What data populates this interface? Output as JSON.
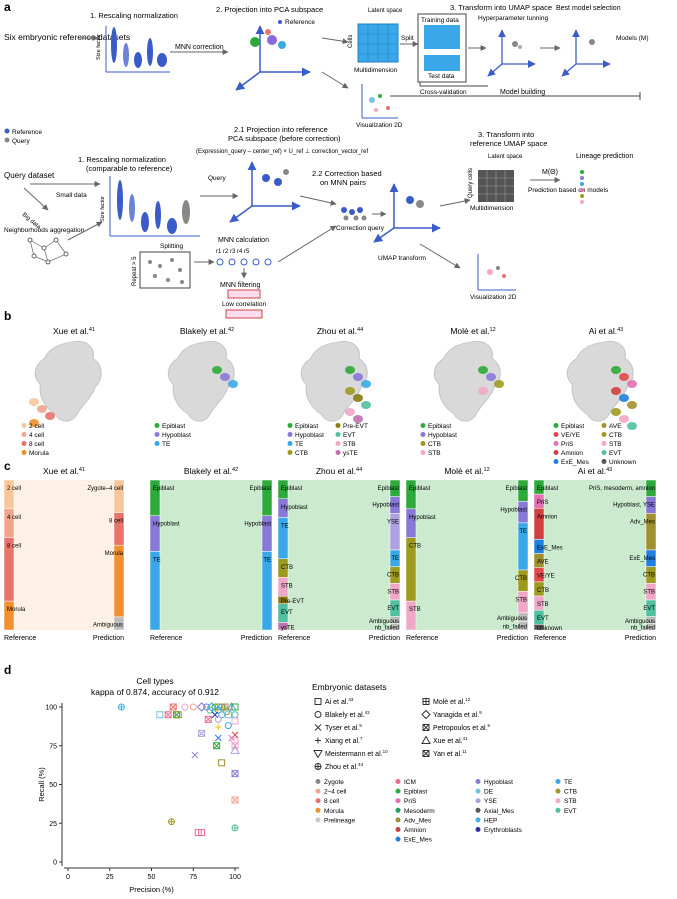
{
  "panel_a": {
    "letter": "a",
    "top": {
      "input": "Six embryonic reference datasets",
      "step1": "1. Rescaling normalization",
      "size_factor": "Size factor",
      "mnn": "MNN correction",
      "step2": "2. Projection into PCA subspace",
      "reference": "Reference",
      "latent": "Latent space",
      "cells": "Cells",
      "multidimension": "Multidimension",
      "split": "Split",
      "visualization": "Visualization 2D",
      "step3": "3. Transform into UMAP space",
      "training": "Training data",
      "test": "Test data",
      "hyper": "Hyperparameter tunning",
      "best": "Best model selection",
      "models": "Models (M)",
      "cv": "Cross-validation",
      "model_building": "Model building"
    },
    "legend": {
      "reference": "Reference",
      "query": "Query"
    },
    "bottom": {
      "step21a": "2.1 Projection into reference",
      "step21b": "PCA subspace (before correction)",
      "formula": "(Expression_query – center_ref) × U_ref ⊥ correction_vector_ref",
      "step1": "1. Rescaling normalization",
      "step1b": "(comparable to reference)",
      "query_dataset": "Query dataset",
      "small": "Small data",
      "big": "Big data",
      "neigh": "Neighborhoods aggregation",
      "size_factor": "Size factor",
      "query": "Query",
      "splitting": "Splitting",
      "repeat": "Repeat > 5",
      "mnn_calc": "MNN calculation",
      "runs": "r1 r2  r3  r4  r5",
      "mnn_filter": "MNN filtering",
      "low_corr": "Low correlation",
      "step22a": "2.2 Correction based",
      "step22b": "on MNN pairs",
      "correction_query": "Correction query",
      "umap_transform": "UMAP transform",
      "step3a": "3. Transform into",
      "step3b": "reference UMAP space",
      "latent": "Latent space",
      "query_cells": "Query cells",
      "multidimension": "Multidimension",
      "visualization": "Visualization 2D",
      "m_theta": "M(Θ)",
      "prediction": "Prediction based on models",
      "lineage": "Lineage prediction"
    }
  },
  "panel_b": {
    "letter": "b",
    "datasets": [
      {
        "title": "Xue et al.",
        "ref": "41",
        "legend": [
          [
            "2 cell",
            "#f7c69a"
          ],
          [
            "4 cell",
            "#f0a58c"
          ],
          [
            "8 cell",
            "#e8736a"
          ],
          [
            "Morula",
            "#f09030"
          ]
        ]
      },
      {
        "title": "Blakely et al.",
        "ref": "42",
        "legend": [
          [
            "Epiblast",
            "#2eaa3a"
          ],
          [
            "Hypoblast",
            "#8878d8"
          ],
          [
            "TE",
            "#3aa8e8"
          ]
        ]
      },
      {
        "title": "Zhou et al.",
        "ref": "44",
        "legend": [
          [
            "Epiblast",
            "#2eaa3a"
          ],
          [
            "Hypoblast",
            "#8878d8"
          ],
          [
            "TE",
            "#3aa8e8"
          ],
          [
            "CTB",
            "#9e9a20"
          ],
          [
            "Pre-EVT",
            "#8a7a10"
          ],
          [
            "EVT",
            "#50c0a0"
          ],
          [
            "STB",
            "#f0a8c8"
          ],
          [
            "ysTE",
            "#c070b0"
          ]
        ]
      },
      {
        "title": "Molè et al.",
        "ref": "12",
        "legend": [
          [
            "Epiblast",
            "#2eaa3a"
          ],
          [
            "Hypoblast",
            "#8878d8"
          ],
          [
            "CTB",
            "#9e9a20"
          ],
          [
            "STB",
            "#f0a8c8"
          ]
        ]
      },
      {
        "title": "Ai et al.",
        "ref": "43",
        "legend": [
          [
            "Epiblast",
            "#2eaa3a"
          ],
          [
            "VE/YE",
            "#e04a4a"
          ],
          [
            "PriS",
            "#e070b0"
          ],
          [
            "Amnion",
            "#d04040"
          ],
          [
            "ExE_Mes",
            "#2080e0"
          ],
          [
            "AVE",
            "#a09030"
          ],
          [
            "CTB",
            "#9e9a20"
          ],
          [
            "STB",
            "#f0a8c8"
          ],
          [
            "EVT",
            "#50c0a0"
          ],
          [
            "Unknown",
            "#555555"
          ]
        ]
      }
    ]
  },
  "panel_c": {
    "letter": "c",
    "reference": "Reference",
    "prediction": "Prediction",
    "plots": [
      {
        "title": "Xue et al.",
        "ref": "41",
        "left": [
          "2 cell",
          "4 cell",
          "8 cell",
          "Morula"
        ],
        "right": [
          "Zygote–4 cell",
          "8 cell",
          "Morula",
          "Ambiguous"
        ]
      },
      {
        "title": "Blakely et al.",
        "ref": "42",
        "left": [
          "Epiblast",
          "Hypoblast",
          "TE"
        ],
        "right": [
          "Epiblast",
          "Hypoblast",
          "TE"
        ]
      },
      {
        "title": "Zhou et al.",
        "ref": "44",
        "left": [
          "Epiblast",
          "Hypoblast",
          "TE",
          "CTB",
          "STB",
          "Pre-EVT",
          "EVT",
          "ysTE"
        ],
        "right": [
          "Epiblast",
          "Hypoblast",
          "YSE",
          "TE",
          "CTB",
          "STB",
          "EVT",
          "Ambiguous",
          "nb_failed"
        ]
      },
      {
        "title": "Molè et al.",
        "ref": "12",
        "left": [
          "Epiblast",
          "Hypoblast",
          "CTB",
          "STB"
        ],
        "right": [
          "Epiblast",
          "Hypoblast",
          "TE",
          "CTB",
          "STB",
          "Ambiguous",
          "nb_failed"
        ]
      },
      {
        "title": "Ai et al.",
        "ref": "43",
        "left": [
          "Epiblast",
          "PriS",
          "Amnion",
          "ExE_Mes",
          "AVE",
          "VE/YE",
          "CTB",
          "STB",
          "EVT",
          "Unknown"
        ],
        "right": [
          "PriS, mesoderm, amnion",
          "Hypoblast, YSE",
          "Adv_Mes",
          "ExE_Mes",
          "CTB",
          "STB",
          "EVT",
          "Ambiguous",
          "nb_failed"
        ]
      }
    ]
  },
  "panel_d": {
    "letter": "d",
    "title": "Cell types",
    "subtitle": "kappa of 0.874, accuracy of 0.912",
    "datasets_title": "Embryonic datasets",
    "datasets": [
      {
        "name": "Ai et al.",
        "ref": "43",
        "marker": "square"
      },
      {
        "name": "Molè et al.",
        "ref": "12",
        "marker": "squareplus"
      },
      {
        "name": "Blakely et al.",
        "ref": "42",
        "marker": "circle"
      },
      {
        "name": "Yanagida et al.",
        "ref": "8",
        "marker": "diamond"
      },
      {
        "name": "Tyser et al.",
        "ref": "9",
        "marker": "x"
      },
      {
        "name": "Petropoulos et al.",
        "ref": "6",
        "marker": "squarex"
      },
      {
        "name": "Xiang et al.",
        "ref": "7",
        "marker": "plus"
      },
      {
        "name": "Xue et al.",
        "ref": "41",
        "marker": "triangle"
      },
      {
        "name": "Meistermann et al.",
        "ref": "10",
        "marker": "triangledown"
      },
      {
        "name": "Yan et al.",
        "ref": "11",
        "marker": "squarex"
      },
      {
        "name": "Zhou et al.",
        "ref": "44",
        "marker": "circleplus"
      }
    ],
    "cell_types": [
      [
        "Zygote",
        "#888888"
      ],
      [
        "2–4 cell",
        "#f0a58c"
      ],
      [
        "8 cell",
        "#e8736a"
      ],
      [
        "Morula",
        "#f09030"
      ],
      [
        "Prelineage",
        "#c8c8c8"
      ],
      [
        "ICM",
        "#f06a8a"
      ],
      [
        "Epiblast",
        "#2eaa3a"
      ],
      [
        "PriS",
        "#e070b0"
      ],
      [
        "Mesoderm",
        "#20a060"
      ],
      [
        "Adv_Mes",
        "#a09030"
      ],
      [
        "Amnion",
        "#d04040"
      ],
      [
        "ExE_Mes",
        "#2080e0"
      ],
      [
        "Hypoblast",
        "#8878d8"
      ],
      [
        "DE",
        "#70c0e0"
      ],
      [
        "YSE",
        "#b0a0e0"
      ],
      [
        "Axial_Mes",
        "#5a5a5a"
      ],
      [
        "HEP",
        "#40b0f0"
      ],
      [
        "Erythroblasts",
        "#3030a0"
      ],
      [
        "TE",
        "#3aa8e8"
      ],
      [
        "CTB",
        "#9e9a20"
      ],
      [
        "STB",
        "#f0a8c8"
      ],
      [
        "EVT",
        "#50c0a0"
      ]
    ],
    "chart_data": {
      "type": "scatter",
      "xlabel": "Precision (%)",
      "ylabel": "Recall (%)",
      "xlim": [
        0,
        100
      ],
      "ylim": [
        0,
        100
      ],
      "xticks": [
        "0",
        "25",
        "50",
        "75",
        "100"
      ],
      "yticks": [
        "0",
        "25",
        "50",
        "75",
        "100"
      ],
      "points": [
        {
          "x": 32,
          "y": 100,
          "marker": "circleplus",
          "color": "#40b0f0"
        },
        {
          "x": 55,
          "y": 95,
          "marker": "square",
          "color": "#70c0e0"
        },
        {
          "x": 60,
          "y": 95,
          "marker": "squarex",
          "color": "#f06a8a"
        },
        {
          "x": 65,
          "y": 95,
          "marker": "squarex",
          "color": "#2eaa3a"
        },
        {
          "x": 66,
          "y": 95,
          "marker": "square",
          "color": "#a09030"
        },
        {
          "x": 63,
          "y": 100,
          "marker": "squarex",
          "color": "#e8736a"
        },
        {
          "x": 70,
          "y": 100,
          "marker": "circle",
          "color": "#f0a8c8"
        },
        {
          "x": 75,
          "y": 100,
          "marker": "circle",
          "color": "#f0a58c"
        },
        {
          "x": 80,
          "y": 100,
          "marker": "diamond",
          "color": "#8878d8"
        },
        {
          "x": 83,
          "y": 100,
          "marker": "circle",
          "color": "#8878d8"
        },
        {
          "x": 86,
          "y": 100,
          "marker": "diamond",
          "color": "#3aa8e8"
        },
        {
          "x": 88,
          "y": 100,
          "marker": "circle",
          "color": "#2eaa3a"
        },
        {
          "x": 90,
          "y": 100,
          "marker": "square",
          "color": "#9e9a20"
        },
        {
          "x": 92,
          "y": 100,
          "marker": "circle",
          "color": "#3aa8e8"
        },
        {
          "x": 94,
          "y": 100,
          "marker": "squareplus",
          "color": "#9e9a20"
        },
        {
          "x": 96,
          "y": 100,
          "marker": "circle",
          "color": "#f0a8c8"
        },
        {
          "x": 98,
          "y": 100,
          "marker": "triangle",
          "color": "#3aa8e8"
        },
        {
          "x": 100,
          "y": 100,
          "marker": "square",
          "color": "#2eaa3a"
        },
        {
          "x": 85,
          "y": 98,
          "marker": "circle",
          "color": "#50c0a0"
        },
        {
          "x": 90,
          "y": 98,
          "marker": "circle",
          "color": "#3aa8e8"
        },
        {
          "x": 95,
          "y": 97,
          "marker": "circle",
          "color": "#9e9a20"
        },
        {
          "x": 88,
          "y": 95,
          "marker": "x",
          "color": "#3030a0"
        },
        {
          "x": 92,
          "y": 95,
          "marker": "circle",
          "color": "#40b0f0"
        },
        {
          "x": 96,
          "y": 95,
          "marker": "square",
          "color": "#70c0e0"
        },
        {
          "x": 100,
          "y": 95,
          "marker": "circle",
          "color": "#50c0a0"
        },
        {
          "x": 84,
          "y": 92,
          "marker": "squarex",
          "color": "#f06a8a"
        },
        {
          "x": 90,
          "y": 92,
          "marker": "circle",
          "color": "#b0a0e0"
        },
        {
          "x": 100,
          "y": 91,
          "marker": "square",
          "color": "#f0a8c8"
        },
        {
          "x": 90,
          "y": 87,
          "marker": "plus",
          "color": "#e8c030"
        },
        {
          "x": 96,
          "y": 88,
          "marker": "circle",
          "color": "#3aa8e8"
        },
        {
          "x": 80,
          "y": 83,
          "marker": "squarex",
          "color": "#b0a0e0"
        },
        {
          "x": 100,
          "y": 82,
          "marker": "x",
          "color": "#d04040"
        },
        {
          "x": 98,
          "y": 80,
          "marker": "x",
          "color": "#e070b0"
        },
        {
          "x": 100,
          "y": 78,
          "marker": "diamond",
          "color": "#f0a8c8"
        },
        {
          "x": 90,
          "y": 80,
          "marker": "x",
          "color": "#2080e0"
        },
        {
          "x": 89,
          "y": 75,
          "marker": "squarex",
          "color": "#2eaa3a"
        },
        {
          "x": 100,
          "y": 75,
          "marker": "squarex",
          "color": "#f0a8c8"
        },
        {
          "x": 100,
          "y": 72,
          "marker": "triangle",
          "color": "#b0a0e0"
        },
        {
          "x": 76,
          "y": 69,
          "marker": "x",
          "color": "#8878d8"
        },
        {
          "x": 92,
          "y": 64,
          "marker": "square",
          "color": "#a09030"
        },
        {
          "x": 100,
          "y": 57,
          "marker": "squarex",
          "color": "#8878d8"
        },
        {
          "x": 100,
          "y": 40,
          "marker": "squarex",
          "color": "#f0a58c"
        },
        {
          "x": 62,
          "y": 26,
          "marker": "circleplus",
          "color": "#9e9a20"
        },
        {
          "x": 100,
          "y": 22,
          "marker": "circleplus",
          "color": "#50c0a0"
        },
        {
          "x": 80,
          "y": 19,
          "marker": "square",
          "color": "#f06a8a"
        },
        {
          "x": 78,
          "y": 19,
          "marker": "square",
          "color": "#f06a8a"
        }
      ]
    }
  }
}
